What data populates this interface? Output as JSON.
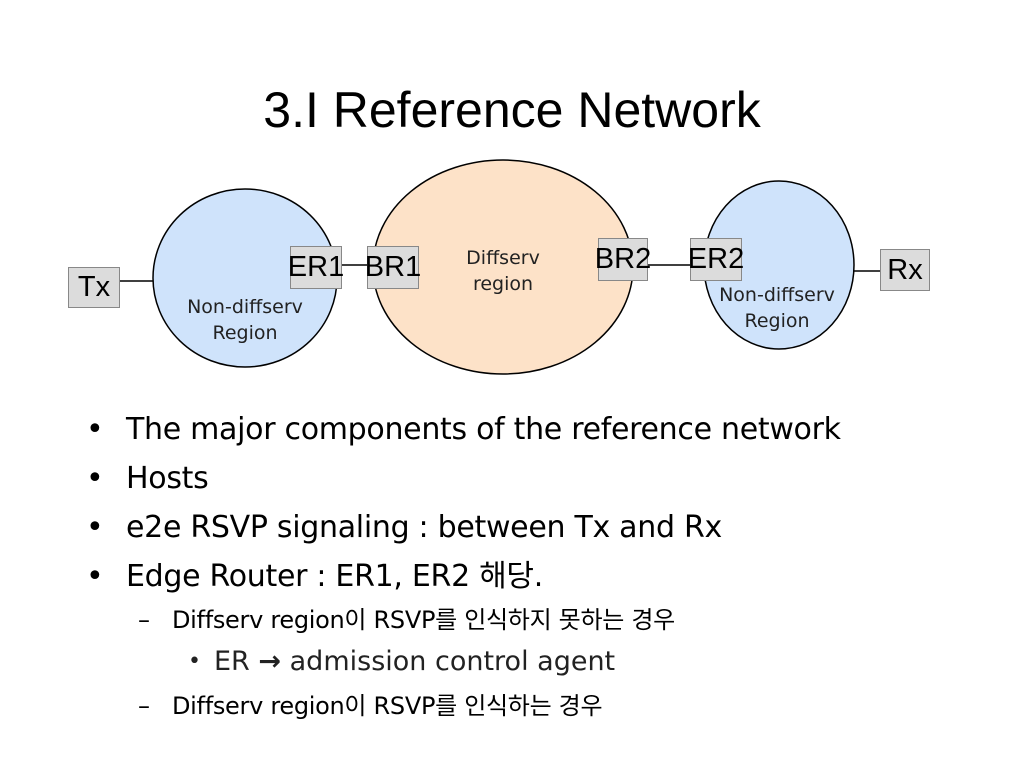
{
  "title": "3.I Reference Network",
  "diagram": {
    "nodes": {
      "tx": "Tx",
      "er1": "ER1",
      "br1": "BR1",
      "br2": "BR2",
      "er2": "ER2",
      "rx": "Rx"
    },
    "regions": {
      "left_line1": "Non-diffserv",
      "left_line2": "Region",
      "center_line1": "Diffserv",
      "center_line2": "region",
      "right_line1": "Non-diffserv",
      "right_line2": "Region"
    },
    "colors": {
      "non_diffserv_fill": "#cfe3fb",
      "diffserv_fill": "#fde2c8",
      "node_fill": "#dcdcdc"
    }
  },
  "bullets": {
    "item1": "The major components of the reference network",
    "item2": "Hosts",
    "item3": "e2e RSVP signaling : between Tx and Rx",
    "item4": "Edge Router : ER1, ER2 해당.",
    "sub1": "Diffserv region이 RSVP를 인식하지 못하는 경우",
    "sub1_item_prefix": "ER",
    "sub1_item_arrow": "→",
    "sub1_item_text": "admission control agent",
    "sub2": "Diffserv region이 RSVP를 인식하는 경우"
  }
}
